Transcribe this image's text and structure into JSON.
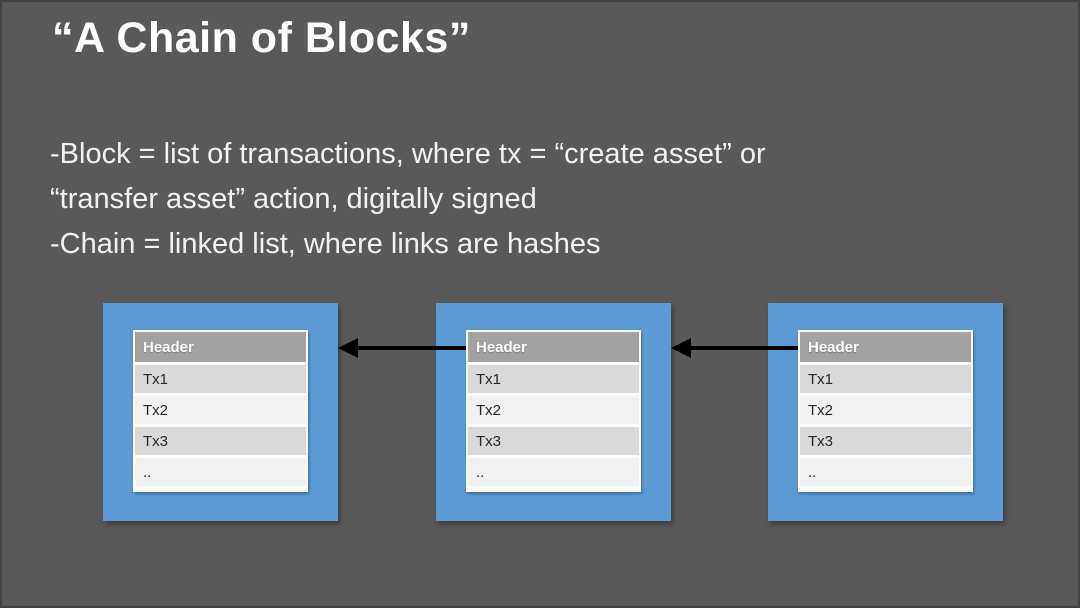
{
  "slide": {
    "title": "“A Chain of Blocks”",
    "body_lines": [
      "-Block = list of transactions, where tx = “create asset” or",
      "“transfer asset” action, digitally signed",
      "-Chain = linked list, where links are hashes"
    ]
  },
  "blocks": [
    {
      "header": "Header",
      "rows": [
        "Tx1",
        "Tx2",
        "Tx3",
        ".."
      ]
    },
    {
      "header": "Header",
      "rows": [
        "Tx1",
        "Tx2",
        "Tx3",
        ".."
      ]
    },
    {
      "header": "Header",
      "rows": [
        "Tx1",
        "Tx2",
        "Tx3",
        ".."
      ]
    }
  ],
  "arrows": [
    {
      "name": "hash-link-from-block-2-to-block-1",
      "direction": "left"
    },
    {
      "name": "hash-link-from-block-3-to-block-2",
      "direction": "left"
    }
  ],
  "colors": {
    "background": "#595959",
    "block_blue": "#5b9bd5",
    "table_header_gray": "#a2a2a2",
    "row_dark": "#d9d9d9",
    "row_light": "#f1f1f1",
    "arrow_black": "#000000",
    "title_text": "#ffffff",
    "body_text": "#f2f2f2"
  }
}
